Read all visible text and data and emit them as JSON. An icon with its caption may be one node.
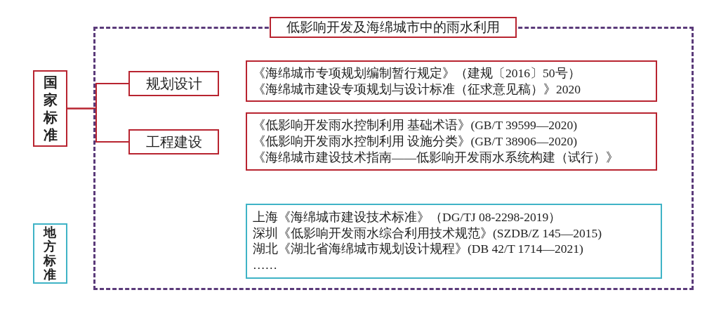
{
  "diagram": {
    "nodes": [
      {
        "text": [
          "低影响开发及海绵城市中的雨水利用"
        ]
      },
      {
        "text": [
          "国家标准"
        ]
      },
      {
        "text": [
          "规划设计"
        ],
        "in": 0
      },
      {
        "text": [
          "工程建设"
        ],
        "in": 0
      },
      {
        "text": [
          "《海绵城市专项规划编制暂行规定》（建规〔2016〕50号）",
          "《海绵城市建设专项规划与设计标准（征求意见稿）》2020"
        ],
        "in": 0
      },
      {
        "text": [
          "《低影响开发雨水控制利用 基础术语》(GB/T 39599—2020)",
          "《低影响开发雨水控制利用 设施分类》(GB/T 38906—2020)",
          "《海绵城市建设技术指南——低影响开发雨水系统构建（试行）》"
        ],
        "in": 0
      },
      {
        "text": [
          "地方标准"
        ]
      },
      {
        "text": [
          "上海《海绵城市建设技术标准》（DG/TJ 08-2298-2019）",
          "深圳《低影响开发雨水综合利用技术规范》(SZDB/Z 145—2015)",
          "湖北《湖北省海绵城市规划设计规程》(DB 42/T 1714—2021)",
          "……"
        ],
        "in": 0
      }
    ],
    "edges": [
      {
        "from": 1,
        "to": 2,
        "arrow": "none"
      },
      {
        "from": 1,
        "to": 3,
        "arrow": "none"
      }
    ]
  }
}
